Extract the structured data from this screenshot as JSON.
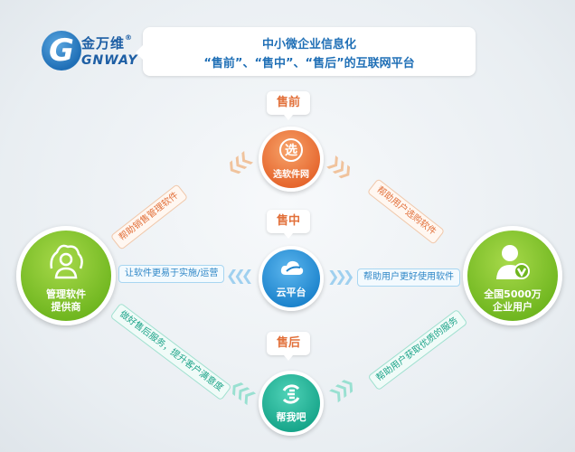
{
  "brand": {
    "logo_letter": "G",
    "name_cn": "金万维",
    "registered_mark": "®",
    "name_en": "GNWAY"
  },
  "slogan": {
    "line1": "中小微企业信息化",
    "line2": "“售前”、“售中”、“售后”的互联网平台"
  },
  "stages": {
    "pre_sale": {
      "tag": "售前",
      "icon_text": "选",
      "label": "选软件网",
      "icon": "select-icon",
      "color": "#e5652c"
    },
    "in_sale": {
      "tag": "售中",
      "label": "云平台",
      "icon": "cloud-icon",
      "color": "#1c83cc"
    },
    "after_sale": {
      "tag": "售后",
      "label": "帮我吧",
      "icon": "refresh-e-icon",
      "color": "#17a58a"
    }
  },
  "provider": {
    "line1": "管理软件",
    "line2": "提供商",
    "icon": "people-group-icon",
    "color": "#6fb61f"
  },
  "users": {
    "line1": "全国5000万",
    "line2": "企业用户",
    "icon": "user-v-icon",
    "color": "#6fb61f"
  },
  "connectors": {
    "provider_to_pre": "帮助销售管理软件",
    "pre_to_users": "帮助用户选购软件",
    "provider_to_cloud": "让软件更易于实施/运营",
    "cloud_to_users": "帮助用户更好使用软件",
    "provider_to_after": "做好售后服务，提升客户满意度",
    "after_to_users": "帮助用户获取优质的服务"
  }
}
